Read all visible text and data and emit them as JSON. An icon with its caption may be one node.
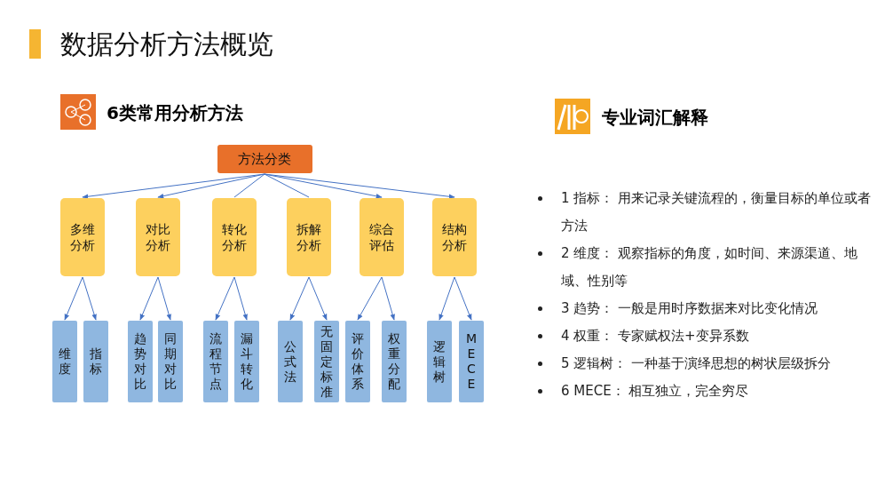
{
  "diagram": {
    "title": "数据分析方法概览",
    "nodes": [
      {
        "text": [
          "方法分类"
        ]
      },
      {
        "text": [
          "多维分析"
        ]
      },
      {
        "text": [
          "对比分析"
        ]
      },
      {
        "text": [
          "转化分析"
        ]
      },
      {
        "text": [
          "拆解分析"
        ]
      },
      {
        "text": [
          "综合评估"
        ]
      },
      {
        "text": [
          "结构分析"
        ]
      },
      {
        "text": [
          "维度"
        ]
      },
      {
        "text": [
          "指标"
        ]
      },
      {
        "text": [
          "趋势对比"
        ]
      },
      {
        "text": [
          "同期对比"
        ]
      },
      {
        "text": [
          "流程节点"
        ]
      },
      {
        "text": [
          "漏斗转化"
        ]
      },
      {
        "text": [
          "公式法"
        ]
      },
      {
        "text": [
          "无固定标准"
        ]
      },
      {
        "text": [
          "评价体系"
        ]
      },
      {
        "text": [
          "权重分配"
        ]
      },
      {
        "text": [
          "逻辑树"
        ]
      },
      {
        "text": [
          "MECE"
        ]
      }
    ],
    "edges": [
      {
        "from": 0,
        "to": 1,
        "arrow": "to"
      },
      {
        "from": 0,
        "to": 2,
        "arrow": "to"
      },
      {
        "from": 0,
        "to": 3,
        "arrow": "none"
      },
      {
        "from": 0,
        "to": 4,
        "arrow": "none"
      },
      {
        "from": 0,
        "to": 5,
        "arrow": "to"
      },
      {
        "from": 0,
        "to": 6,
        "arrow": "to"
      },
      {
        "from": 1,
        "to": 7,
        "arrow": "to"
      },
      {
        "from": 1,
        "to": 8,
        "arrow": "to"
      },
      {
        "from": 2,
        "to": 9,
        "arrow": "to"
      },
      {
        "from": 2,
        "to": 10,
        "arrow": "to"
      },
      {
        "from": 3,
        "to": 11,
        "arrow": "to"
      },
      {
        "from": 3,
        "to": 12,
        "arrow": "to"
      },
      {
        "from": 4,
        "to": 13,
        "arrow": "to"
      },
      {
        "from": 4,
        "to": 14,
        "arrow": "to"
      },
      {
        "from": 5,
        "to": 15,
        "arrow": "to"
      },
      {
        "from": 5,
        "to": 16,
        "arrow": "to"
      },
      {
        "from": 6,
        "to": 17,
        "arrow": "to"
      },
      {
        "from": 6,
        "to": 18,
        "arrow": "to"
      }
    ],
    "labels": [
      "6类常用分析方法",
      "专业词汇解释",
      "1 指标： 用来记录关键流程的，衡量目标的单位或者方法",
      "2 维度： 观察指标的角度，如时间、来源渠道、地域、性别等",
      "3 趋势： 一般是用时序数据来对比变化情况",
      "4 权重： 专家赋权法+变异系数",
      "5 逻辑树： 一种基于演绎思想的树状层级拆分",
      "6 MECE： 相互独立，完全穷尽"
    ]
  }
}
